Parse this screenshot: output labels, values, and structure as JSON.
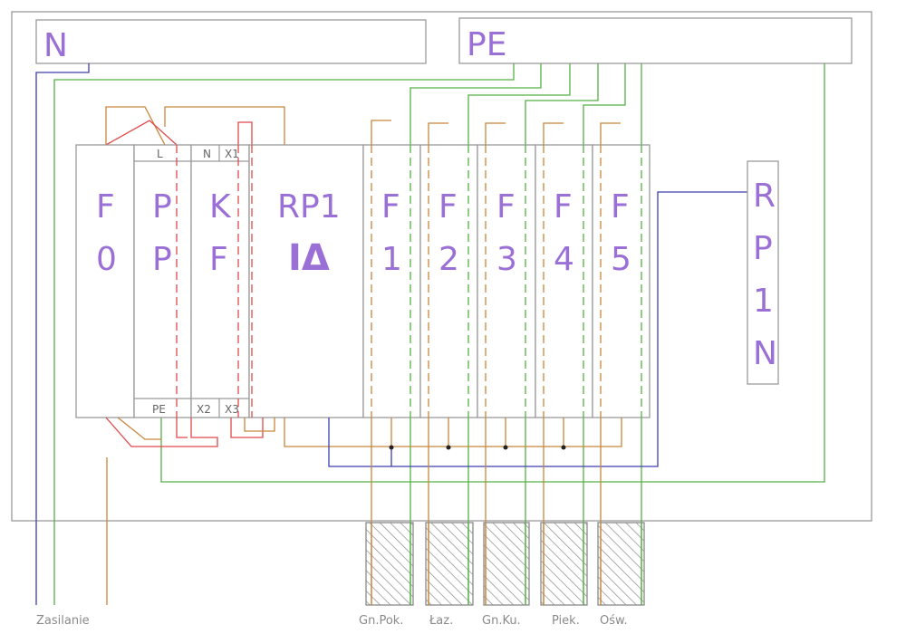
{
  "colors": {
    "frame": "#9a9a9a",
    "neutral": "#3f3fb0",
    "earth": "#55b043",
    "phase": "#c8863a",
    "live": "#e0484a",
    "label": "#9a6fd6",
    "hatch": "#8a8a8a"
  },
  "bars": {
    "n_label": "N",
    "pe_label": "PE"
  },
  "modules": {
    "f0": {
      "line1": "F",
      "line2": "0"
    },
    "pp": {
      "line1": "P",
      "line2": "P",
      "top": "L",
      "bottom": "PE"
    },
    "kf": {
      "line1": "K",
      "line2": "F",
      "top_left": "N",
      "top_right": "X1",
      "bottom_left": "X2",
      "bottom_right": "X3"
    },
    "rp1": {
      "line1": "RP1",
      "line2": "IΔ"
    },
    "breakers": [
      {
        "line1": "F",
        "line2": "1"
      },
      {
        "line1": "F",
        "line2": "2"
      },
      {
        "line1": "F",
        "line2": "3"
      },
      {
        "line1": "F",
        "line2": "4"
      },
      {
        "line1": "F",
        "line2": "5"
      }
    ]
  },
  "rp1n": {
    "chars": [
      "R",
      "P",
      "1",
      "N"
    ]
  },
  "labels": {
    "supply": "Zasilanie",
    "circuits": [
      "Gn.Pok.",
      "Łaz.",
      "Gn.Ku.",
      "Piek.",
      "Ośw."
    ]
  }
}
